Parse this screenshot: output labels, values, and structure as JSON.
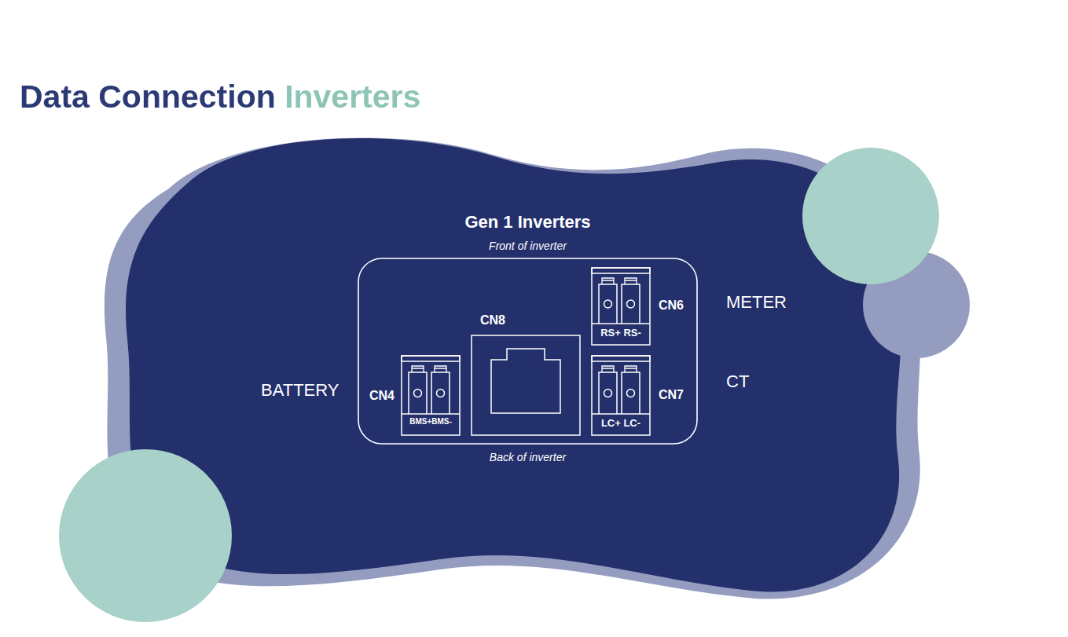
{
  "diagram": {
    "title": "Data Connection Inverters",
    "nodes": [
      {
        "text": [
          "Gen 1 Inverters",
          "Front of inverter",
          "Back of inverter"
        ]
      },
      {
        "text": [
          "CN4",
          "BMS+BMS-"
        ],
        "in": 0
      },
      {
        "text": [
          "CN8"
        ],
        "in": 0
      },
      {
        "text": [
          "CN6",
          "RS+ RS-"
        ],
        "in": 0
      },
      {
        "text": [
          "CN7",
          "LC+ LC-"
        ],
        "in": 0
      }
    ],
    "labels": [
      "BATTERY",
      "METER",
      "CT"
    ]
  }
}
